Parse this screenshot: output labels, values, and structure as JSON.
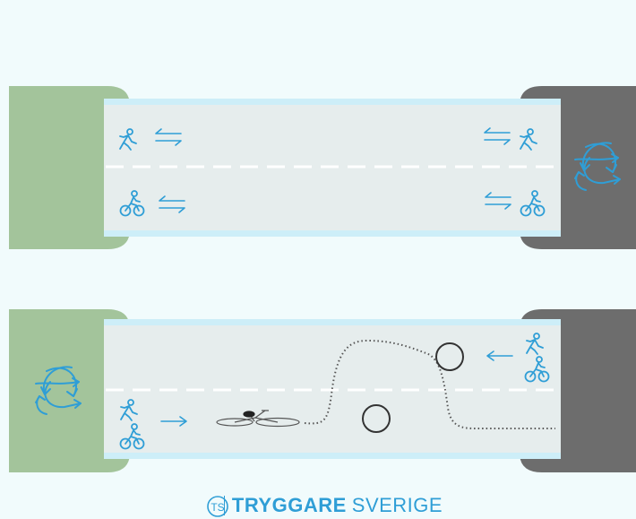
{
  "brand": {
    "logo_text": "TS",
    "name_bold": "TRYGGARE",
    "name_light": "SVERIGE"
  },
  "colors": {
    "background": "#f1fbfc",
    "vegetation": "#a3c49b",
    "asphalt": "#6d6d6d",
    "path_surface": "#e6eded",
    "path_edge": "#cdeef8",
    "center_line": "#ffffff",
    "symbol_blue": "#2f9ed6",
    "obstacle": "#333333"
  },
  "scenes": [
    {
      "id": "top",
      "left_side": "vegetation",
      "right_side": "asphalt"
    },
    {
      "id": "bottom",
      "left_side": "vegetation",
      "right_side": "asphalt"
    }
  ]
}
